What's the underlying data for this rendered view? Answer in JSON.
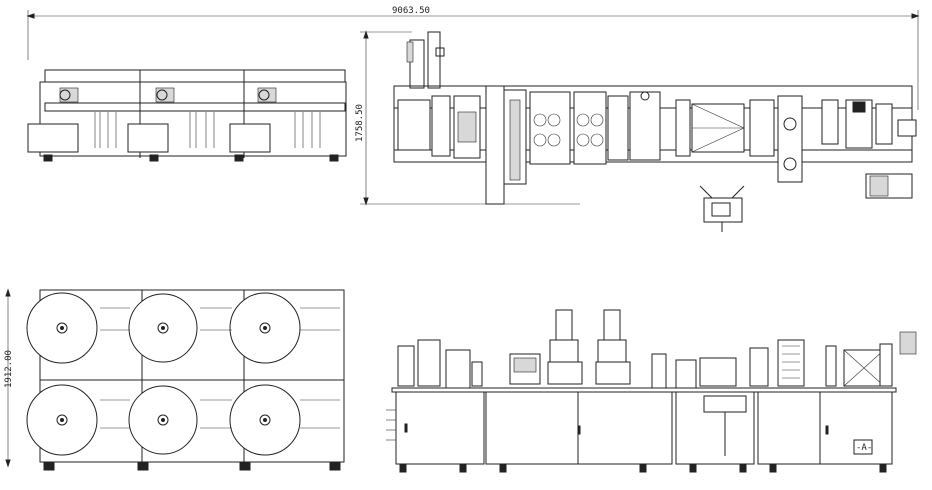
{
  "dimensions": {
    "overall_length": "9063.50",
    "overall_width": "1758.50",
    "unwinder_height": "1912.00"
  },
  "panel_label": "-A-"
}
